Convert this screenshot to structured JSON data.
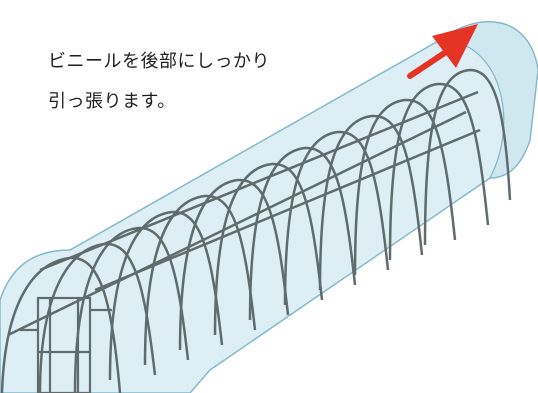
{
  "caption": {
    "line1": "ビニールを後部にしっかり",
    "line2": "引っ張ります。"
  },
  "colors": {
    "film_fill": "#dcefF5",
    "film_edge": "#7fb6c8",
    "frame": "#5f6b6d",
    "arrow": "#e53424",
    "text": "#1f1f1f"
  },
  "icons": {
    "arrow": "pull-direction-arrow-icon",
    "house": "greenhouse-illustration"
  }
}
